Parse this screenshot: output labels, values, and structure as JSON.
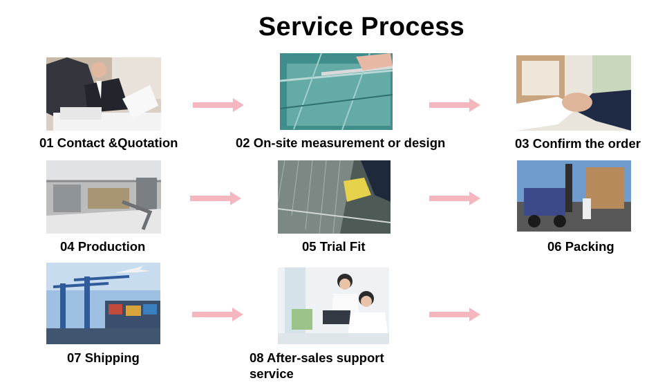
{
  "title": "Service Process",
  "arrow_color": "#f4b6bf",
  "steps": [
    {
      "label": "01 Contact &Quotation",
      "image": "business-meeting-photo"
    },
    {
      "label": "02 On-site measurement or design",
      "image": "glass-measurement-photo"
    },
    {
      "label": "03 Confirm the order",
      "image": "handshake-photo"
    },
    {
      "label": "04 Production",
      "image": "factory-photo"
    },
    {
      "label": "05 Trial Fit",
      "image": "glass-trial-fit-photo"
    },
    {
      "label": "06 Packing",
      "image": "forklift-packing-photo"
    },
    {
      "label": "07 Shipping",
      "image": "container-port-photo"
    },
    {
      "label": "08 After-sales support",
      "label_line2": "service",
      "image": "support-staff-photo"
    }
  ]
}
